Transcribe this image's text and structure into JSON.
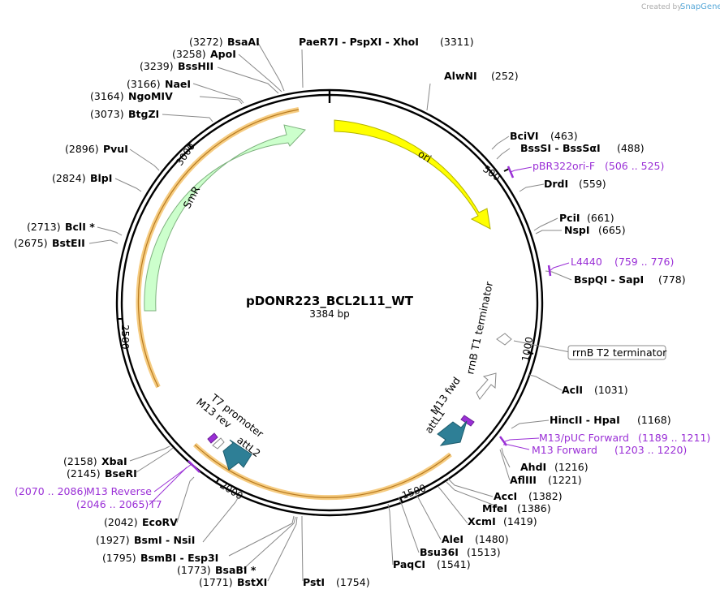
{
  "plasmid": {
    "name": "pDONR223_BCL2L11_WT",
    "length_label": "3384 bp",
    "length": 3384
  },
  "credit": {
    "prefix": "Created by",
    "brand": "SnapGene"
  },
  "ticks": [
    "500",
    "1000",
    "1500",
    "2000",
    "2500",
    "3000"
  ],
  "features": [
    {
      "id": "ori",
      "label": "ori",
      "color": "#ffff00",
      "stroke": "#b2b200"
    },
    {
      "id": "smr",
      "label": "SmR",
      "color": "#ccffcc",
      "stroke": "#7fb27f"
    },
    {
      "id": "rrnb_t1",
      "label": "rrnB T1 terminator",
      "color": "#ffffff",
      "stroke": "#888888"
    },
    {
      "id": "rrnb_t2",
      "label": "rrnB T2 terminator",
      "color": "#ffffff",
      "stroke": "#888888"
    },
    {
      "id": "attl1",
      "label": "attL1",
      "color": "#2e7f96",
      "stroke": "#1d5c6d"
    },
    {
      "id": "attl2",
      "label": "attL2",
      "color": "#2e7f96",
      "stroke": "#1d5c6d"
    },
    {
      "id": "m13fwd",
      "label": "M13 fwd",
      "color": "#9a2fd6",
      "stroke": "#6a1f96"
    },
    {
      "id": "m13rev",
      "label": "M13 rev",
      "color": "#9a2fd6",
      "stroke": "#6a1f96"
    },
    {
      "id": "t7prom",
      "label": "T7 promoter",
      "color": "#ffffff",
      "stroke": "#888888"
    }
  ],
  "enzymes": [
    {
      "name": "BsaAI",
      "pos": "(3272)"
    },
    {
      "name": "ApoI",
      "pos": "(3258)"
    },
    {
      "name": "BssHII",
      "pos": "(3239)"
    },
    {
      "name": "NaeI",
      "pos": "(3166)"
    },
    {
      "name": "NgoMIV",
      "pos": "(3164)"
    },
    {
      "name": "BtgZI",
      "pos": "(3073)"
    },
    {
      "name": "PvuI",
      "pos": "(2896)"
    },
    {
      "name": "BlpI",
      "pos": "(2824)"
    },
    {
      "name": "BclI *",
      "pos": "(2713)"
    },
    {
      "name": "BstEII",
      "pos": "(2675)"
    },
    {
      "name": "PaeR7I  -  PspXI  -  XhoI",
      "pos": "(3311)"
    },
    {
      "name": "AlwNI",
      "pos": "(252)"
    },
    {
      "name": "BciVI",
      "pos": "(463)"
    },
    {
      "name": "BssSI  -  BssSαI",
      "pos": "(488)"
    },
    {
      "name": "DrdI",
      "pos": "(559)"
    },
    {
      "name": "PciI",
      "pos": "(661)"
    },
    {
      "name": "NspI",
      "pos": "(665)"
    },
    {
      "name": "BspQI  -  SapI",
      "pos": "(778)"
    },
    {
      "name": "AclI",
      "pos": "(1031)"
    },
    {
      "name": "HincII  -  HpaI",
      "pos": "(1168)"
    },
    {
      "name": "AhdI",
      "pos": "(1216)"
    },
    {
      "name": "AflIII",
      "pos": "(1221)"
    },
    {
      "name": "AccI",
      "pos": "(1382)"
    },
    {
      "name": "MfeI",
      "pos": "(1386)"
    },
    {
      "name": "XcmI",
      "pos": "(1419)"
    },
    {
      "name": "AleI",
      "pos": "(1480)"
    },
    {
      "name": "Bsu36I",
      "pos": "(1513)"
    },
    {
      "name": "PaqCI",
      "pos": "(1541)"
    },
    {
      "name": "PstI",
      "pos": "(1754)"
    },
    {
      "name": "BstXI",
      "pos": "(1771)"
    },
    {
      "name": "BsaBI *",
      "pos": "(1773)"
    },
    {
      "name": "BsmBI  -  Esp3I",
      "pos": "(1795)"
    },
    {
      "name": "BsmI  -  NsiI",
      "pos": "(1927)"
    },
    {
      "name": "EcoRV",
      "pos": "(2042)"
    },
    {
      "name": "BseRI",
      "pos": "(2145)"
    },
    {
      "name": "XbaI",
      "pos": "(2158)"
    }
  ],
  "primers": [
    {
      "name": "pBR322ori-F",
      "range": "(506 .. 525)"
    },
    {
      "name": "L4440",
      "range": "(759 .. 776)"
    },
    {
      "name": "M13/pUC Forward",
      "range": "(1189 .. 1211)"
    },
    {
      "name": "M13 Forward",
      "range": "(1203 .. 1220)"
    },
    {
      "name": "M13 Reverse",
      "range": "(2070 .. 2086)"
    },
    {
      "name": "T7",
      "range": "(2046 .. 2065)"
    }
  ],
  "colors": {
    "backbone": "#000000",
    "primer": "#9a2fd6",
    "insert_highlight": "#f5c36b"
  }
}
